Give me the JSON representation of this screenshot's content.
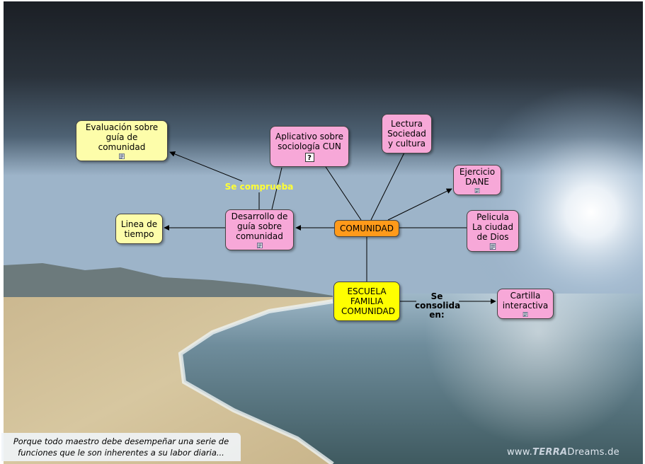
{
  "nodes": {
    "comunidad": "COMUNIDAD",
    "evaluacion": "Evaluación sobre guía de comunidad",
    "aplicativo": "Aplicativo sobre sociología CUN",
    "lectura": "Lectura Sociedad y cultura",
    "ejercicio": "Ejercicio DANE",
    "linea": "Linea de tiempo",
    "desarrollo": "Desarrollo de guía sobre comunidad",
    "pelicula": "Pelicula La ciudad de Dios",
    "escuela": "ESCUELA FAMILIA COMUNIDAD",
    "cartilla": "Cartilla interactiva"
  },
  "link_labels": {
    "se_comprueba": "Se comprueba",
    "se_consolida": "Se consolida en:"
  },
  "caption": "Porque todo maestro debe desempeñar una serie de funciones que le son inherentes a su labor diaria...",
  "watermark": {
    "prefix": "www.",
    "brand": "TERRA",
    "suffix": "Dreams.de"
  },
  "colors": {
    "pink_node": "#f7a8d8",
    "light_yellow_node": "#fdfdaa",
    "yellow_node": "#ffff00",
    "orange_node": "#ff9a1a",
    "label_yellow": "#ffff33"
  },
  "icons": {
    "document": "document-icon",
    "question": "question-icon"
  }
}
